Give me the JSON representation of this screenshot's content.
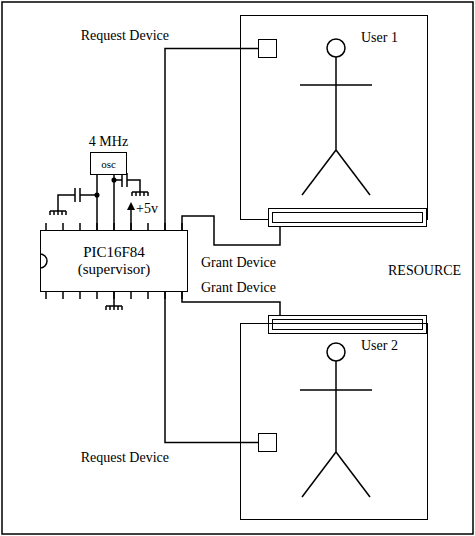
{
  "diagram": {
    "nodes": [
      {
        "text": [
          "Request Device"
        ]
      },
      {
        "text": [
          "User 1"
        ]
      },
      {
        "text": [
          "4 MHz",
          "osc"
        ]
      },
      {
        "text": [
          "PIC16F84 (supervisor)"
        ]
      },
      {
        "text": [
          "Grant Device"
        ]
      },
      {
        "text": [
          "Grant Device"
        ]
      },
      {
        "text": [
          "User 2"
        ]
      },
      {
        "text": [
          "Request Device"
        ]
      }
    ],
    "edges": [
      {
        "from": 0,
        "to": 3,
        "arrow": "none"
      },
      {
        "from": 2,
        "to": 3,
        "arrow": "none"
      },
      {
        "from": 2,
        "to": 3,
        "arrow": "none"
      },
      {
        "from": 3,
        "to": 4,
        "arrow": "none"
      },
      {
        "from": 3,
        "to": 5,
        "arrow": "none"
      },
      {
        "from": 7,
        "to": 3,
        "arrow": "none"
      }
    ],
    "labels": [
      "+5v",
      "RESOURCE"
    ]
  }
}
